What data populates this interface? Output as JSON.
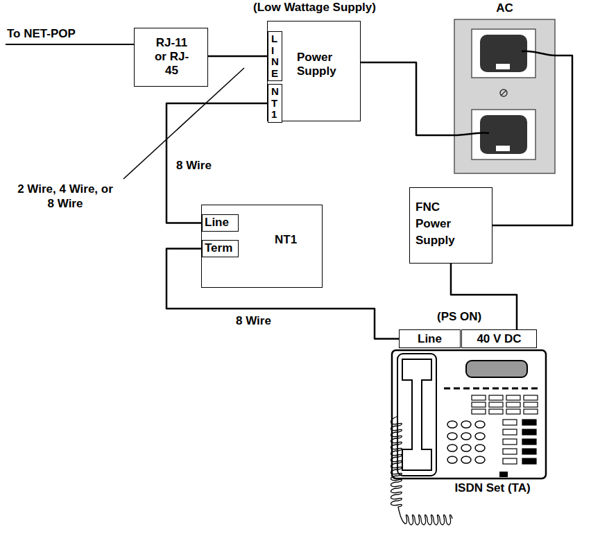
{
  "diagram": {
    "nodes": [
      {
        "text": [
          "RJ-11 or RJ-45"
        ]
      },
      {
        "text": [
          "(Low Wattage Supply)",
          "Power Supply"
        ]
      },
      {
        "text": [
          "LINE"
        ],
        "in": 1
      },
      {
        "text": [
          "NT1"
        ],
        "in": 1
      },
      {
        "text": [
          "NT1"
        ]
      },
      {
        "text": [
          "Line"
        ],
        "in": 4
      },
      {
        "text": [
          "Term"
        ],
        "in": 4
      },
      {
        "text": [
          "AC"
        ]
      },
      {
        "text": [
          "FNC Power Supply"
        ]
      },
      {
        "text": [
          "ISDN Set (TA)"
        ]
      },
      {
        "text": [
          "Line"
        ],
        "in": 9
      },
      {
        "text": [
          "40 V DC"
        ],
        "in": 9
      }
    ],
    "edges": [
      {
        "from": 0,
        "to": 2,
        "arrow": "none"
      },
      {
        "from": 3,
        "to": 5,
        "label": "8 Wire",
        "arrow": "none"
      },
      {
        "from": 6,
        "to": 10,
        "label": "8 Wire",
        "arrow": "none"
      },
      {
        "from": 1,
        "to": 7,
        "arrow": "none"
      },
      {
        "from": 8,
        "to": 7,
        "arrow": "none"
      },
      {
        "from": 8,
        "to": 11,
        "arrow": "none"
      }
    ],
    "labels": [
      "To NET-POP",
      "2 Wire, 4 Wire, or 8 Wire",
      "(PS ON)"
    ]
  }
}
